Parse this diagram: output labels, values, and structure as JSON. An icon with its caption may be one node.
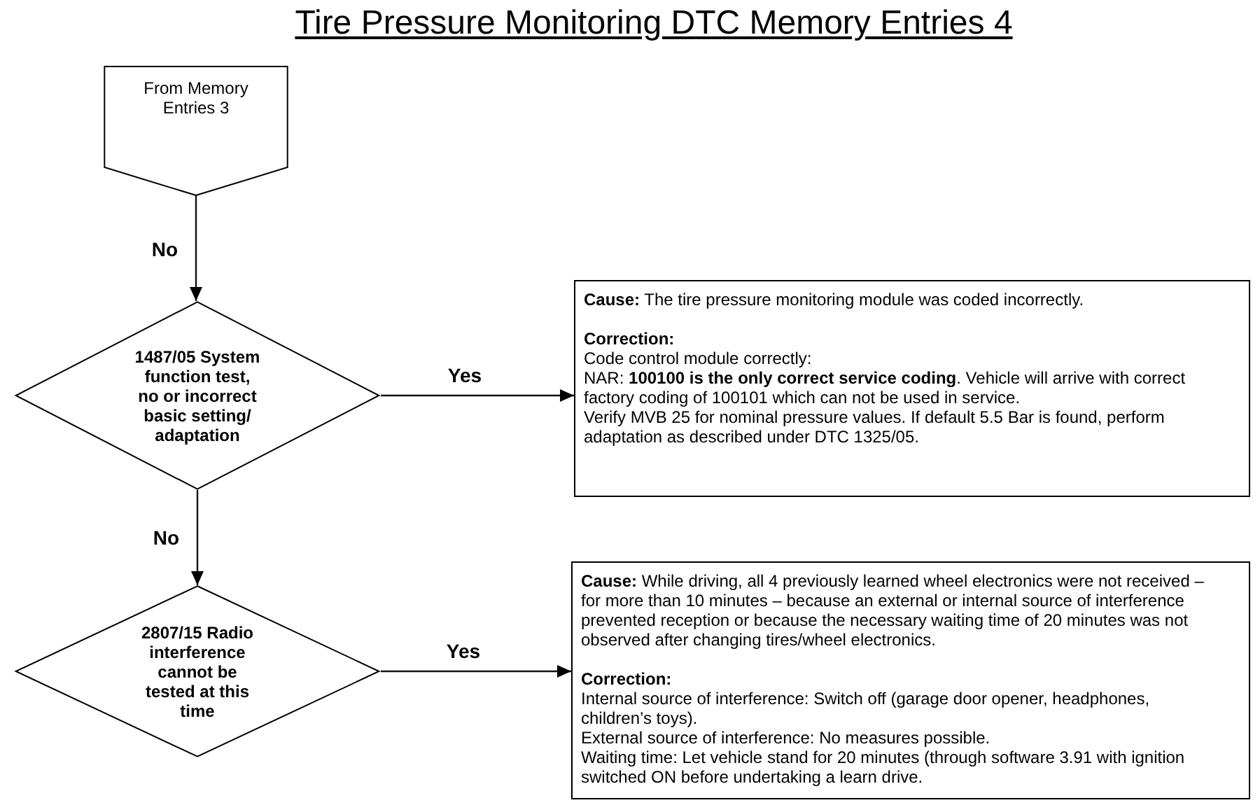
{
  "diagram": {
    "title": "Tire Pressure Monitoring DTC Memory Entries 4",
    "nodes": [
      {
        "text": [
          "From Memory Entries 3"
        ]
      },
      {
        "text": [
          "1487/05 System function test, no or incorrect basic setting/ adaptation"
        ]
      },
      {
        "text": [
          "**Cause:** The tire pressure monitoring module was coded incorrectly.",
          "Correction:",
          "Code control module correctly:",
          "NAR: **100100 is the only correct service coding**. Vehicle will arrive with correct factory coding of 100101 which can not be used in service.",
          "Verify MVB 25 for nominal pressure values. If default 5.5 Bar is found, perform adaptation as described under DTC 1325/05."
        ]
      },
      {
        "text": [
          "2807/15 Radio interference cannot be tested at this time"
        ]
      },
      {
        "text": [
          "**Cause:** While driving, all 4 previously learned wheel electronics were not received – for more than 10 minutes – because an external or internal source of interference prevented reception or because the necessary waiting time of 20 minutes was not observed after changing tires/wheel electronics.",
          "Correction:",
          "Internal source of interference: Switch off (garage door opener, headphones, children’s toys).",
          "External source of interference: No measures possible.",
          "Waiting time: Let vehicle stand for 20 minutes (through software 3.91 with ignition switched ON before undertaking a learn drive."
        ]
      }
    ],
    "edges": [
      {
        "from": 0,
        "to": 1,
        "arrow": "to",
        "label": "No"
      },
      {
        "from": 1,
        "to": 2,
        "arrow": "to",
        "label": "Yes"
      },
      {
        "from": 1,
        "to": 3,
        "arrow": "to",
        "label": "No"
      },
      {
        "from": 3,
        "to": 4,
        "arrow": "to",
        "label": "Yes"
      }
    ]
  }
}
